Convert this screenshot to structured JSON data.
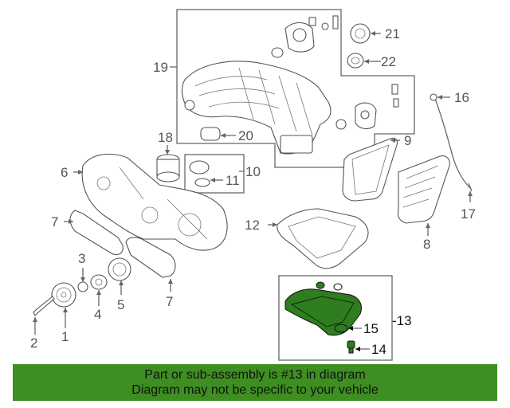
{
  "diagram": {
    "highlight_color": "#2e7d1e",
    "callouts": {
      "c1": "1",
      "c2": "2",
      "c3": "3",
      "c4": "4",
      "c5": "5",
      "c6": "6",
      "c7a": "7",
      "c7b": "7",
      "c8": "8",
      "c9": "9",
      "c10": "10",
      "c11": "11",
      "c12": "12",
      "c13": "-13",
      "c14": "14",
      "c15": "15",
      "c16": "16",
      "c17": "17",
      "c18": "18",
      "c19": "19",
      "c20": "20",
      "c21": "21",
      "c22": "22"
    }
  },
  "banner": {
    "color": "#3e8e21",
    "line1": "Part or sub-assembly is #13 in diagram",
    "line2": "Diagram may not be specific to your vehicle"
  }
}
